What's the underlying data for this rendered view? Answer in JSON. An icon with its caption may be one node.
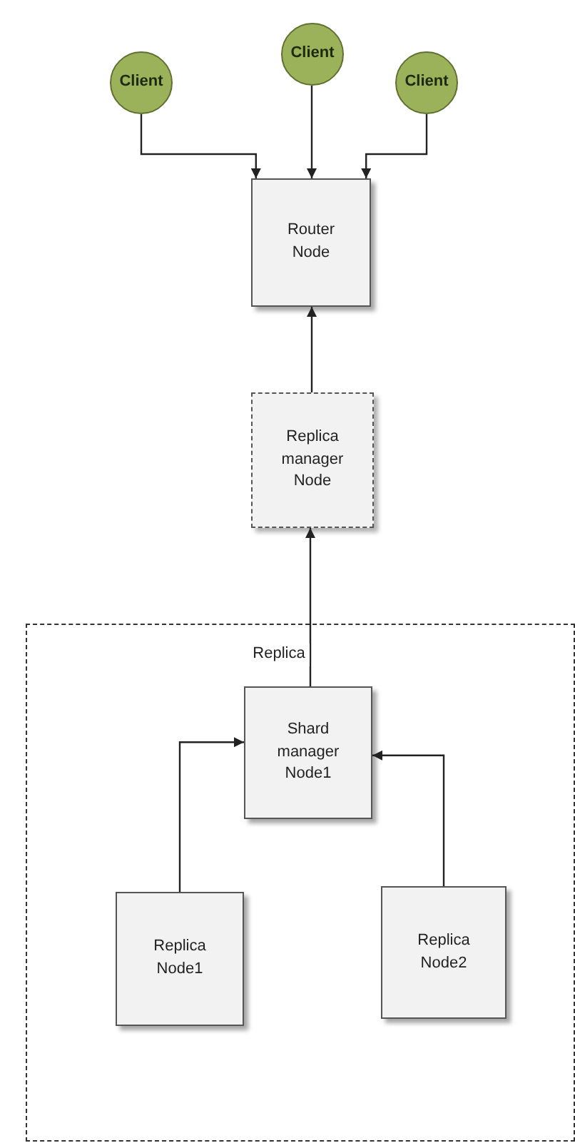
{
  "diagram": {
    "nodes": [
      {
        "text": [
          "Client"
        ]
      },
      {
        "text": [
          "Client"
        ]
      },
      {
        "text": [
          "Client"
        ]
      },
      {
        "text": [
          "Router Node"
        ]
      },
      {
        "text": [
          "Replica manager Node"
        ]
      },
      {
        "text": [
          "Replica"
        ]
      },
      {
        "text": [
          "Shard manager Node1"
        ],
        "in": 5
      },
      {
        "text": [
          "Replica Node1"
        ],
        "in": 5
      },
      {
        "text": [
          "Replica Node2"
        ],
        "in": 5
      }
    ],
    "edges": [
      {
        "from": 0,
        "to": 3,
        "arrow": "to"
      },
      {
        "from": 1,
        "to": 3,
        "arrow": "to"
      },
      {
        "from": 2,
        "to": 3,
        "arrow": "to"
      },
      {
        "from": 4,
        "to": 3,
        "arrow": "to"
      },
      {
        "from": 6,
        "to": 4,
        "arrow": "to"
      },
      {
        "from": 7,
        "to": 6,
        "arrow": "to"
      },
      {
        "from": 8,
        "to": 6,
        "arrow": "to"
      }
    ]
  }
}
